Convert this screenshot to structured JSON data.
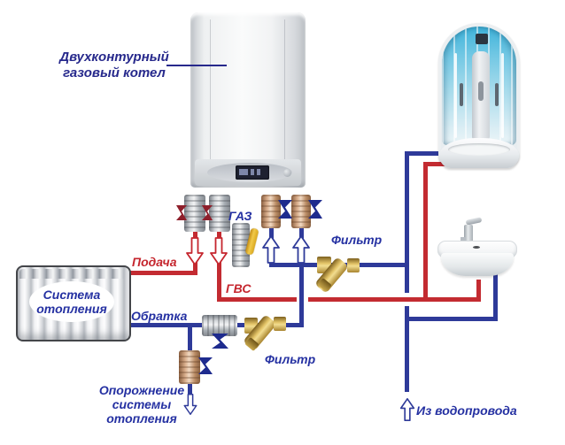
{
  "diagram": {
    "title": {
      "line1": "Двухконтурный",
      "line2": "газовый котел"
    },
    "labels": {
      "gas": "ГАЗ",
      "filter_top": "Фильтр",
      "filter_bottom": "Фильтр",
      "supply": "Подача",
      "dhw": "ГВС",
      "return_line": "Обратка",
      "heating_system_line1": "Система",
      "heating_system_line2": "отопления",
      "drain_line1": "Опорожнение",
      "drain_line2": "системы",
      "drain_line3": "отопления",
      "water_inlet": "Из водопровода"
    },
    "colors": {
      "hot_pipe": "#c32b31",
      "cold_pipe": "#2e3a99",
      "label_blue": "#2531a2",
      "label_red": "#c5262e",
      "title_navy": "#27298c",
      "brass": "#e3c468",
      "gas_handle": "#f2ca4a",
      "red_handle": "#8e1f2b",
      "blue_handle": "#1e2b8e"
    },
    "components": {
      "boiler": "two-circuit-gas-boiler",
      "radiator": "heating-radiator",
      "shower": "shower-cabin",
      "sink": "washbasin",
      "filters": "y-strainer",
      "valves": "ball-valve"
    }
  }
}
